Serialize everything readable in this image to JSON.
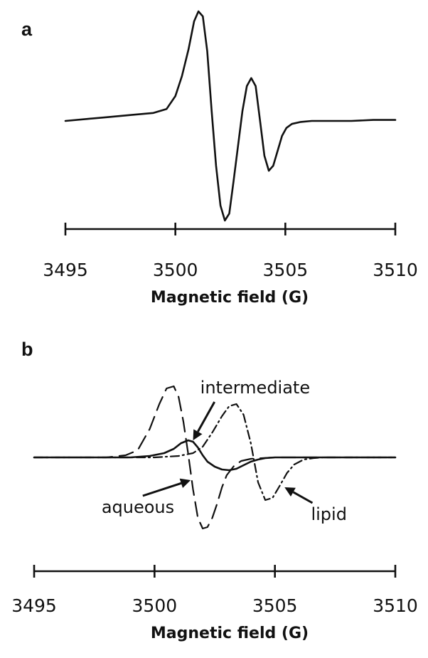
{
  "chart_data": [
    {
      "type": "line",
      "panel_label": "a",
      "xlabel": "Magnetic field (G)",
      "ylabel": "",
      "xlim": [
        3495,
        3510
      ],
      "xticks": [
        3495,
        3500,
        3505,
        3510
      ],
      "yaxis_shown": false,
      "ylim": [
        -1.0,
        1.15
      ],
      "grid": false,
      "series": [
        {
          "style": "solid",
          "color": "#111111",
          "x": [
            3495,
            3496,
            3497,
            3498,
            3499,
            3499.6,
            3500,
            3500.3,
            3500.6,
            3500.85,
            3501.05,
            3501.25,
            3501.45,
            3501.65,
            3501.85,
            3502.05,
            3502.25,
            3502.45,
            3502.65,
            3502.85,
            3503.05,
            3503.25,
            3503.45,
            3503.65,
            3503.85,
            3504.05,
            3504.25,
            3504.45,
            3504.65,
            3504.85,
            3505.05,
            3505.3,
            3505.7,
            3506.2,
            3507,
            3508,
            3509,
            3510
          ],
          "y": [
            0.0,
            0.02,
            0.04,
            0.06,
            0.08,
            0.12,
            0.25,
            0.45,
            0.72,
            1.0,
            1.1,
            1.05,
            0.7,
            0.1,
            -0.45,
            -0.85,
            -1.0,
            -0.93,
            -0.6,
            -0.25,
            0.1,
            0.35,
            0.43,
            0.35,
            0.0,
            -0.35,
            -0.5,
            -0.45,
            -0.3,
            -0.15,
            -0.07,
            -0.03,
            -0.01,
            0.0,
            0.0,
            0.0,
            0.01,
            0.01
          ]
        }
      ]
    },
    {
      "type": "line",
      "panel_label": "b",
      "xlabel": "Magnetic field (G)",
      "ylabel": "",
      "xlim": [
        3495,
        3510
      ],
      "xticks": [
        3495,
        3500,
        3505,
        3510
      ],
      "yaxis_shown": false,
      "ylim": [
        -1.0,
        1.15
      ],
      "grid": false,
      "series": [
        {
          "style": "dashed",
          "color": "#111111",
          "x": [
            3495,
            3497,
            3498,
            3498.8,
            3499.3,
            3499.8,
            3500.2,
            3500.5,
            3500.8,
            3501.0,
            3501.2,
            3501.4,
            3501.6,
            3501.8,
            3502.0,
            3502.2,
            3502.4,
            3502.6,
            3502.8,
            3503.0,
            3503.3,
            3503.6,
            3504,
            3504.5,
            3505,
            3506,
            3510
          ],
          "y": [
            0.0,
            0.0,
            0.0,
            0.03,
            0.1,
            0.4,
            0.75,
            0.97,
            1.0,
            0.85,
            0.5,
            0.05,
            -0.45,
            -0.85,
            -1.0,
            -0.98,
            -0.85,
            -0.65,
            -0.42,
            -0.25,
            -0.12,
            -0.05,
            -0.02,
            -0.01,
            0.0,
            0.0,
            0.0
          ]
        },
        {
          "style": "solid",
          "color": "#111111",
          "x": [
            3495,
            3499,
            3499.8,
            3500.4,
            3500.8,
            3501.1,
            3501.4,
            3501.6,
            3501.8,
            3502.0,
            3502.2,
            3502.5,
            3502.8,
            3503.1,
            3503.4,
            3503.7,
            3504.0,
            3504.3,
            3504.6,
            3505,
            3510
          ],
          "y": [
            0.0,
            0.0,
            0.02,
            0.06,
            0.12,
            0.2,
            0.24,
            0.22,
            0.14,
            0.03,
            -0.06,
            -0.13,
            -0.17,
            -0.18,
            -0.16,
            -0.11,
            -0.06,
            -0.03,
            -0.01,
            0.0,
            0.0
          ]
        },
        {
          "style": "dash-dot",
          "color": "#111111",
          "x": [
            3495,
            3500,
            3501,
            3501.6,
            3502.0,
            3502.4,
            3502.8,
            3503.1,
            3503.4,
            3503.7,
            3504.0,
            3504.3,
            3504.6,
            3504.9,
            3505.2,
            3505.5,
            3505.8,
            3506.2,
            3506.6,
            3507,
            3510
          ],
          "y": [
            0.0,
            0.0,
            0.02,
            0.06,
            0.15,
            0.35,
            0.58,
            0.72,
            0.75,
            0.6,
            0.2,
            -0.35,
            -0.6,
            -0.57,
            -0.4,
            -0.22,
            -0.1,
            -0.03,
            -0.01,
            0.0,
            0.0
          ]
        }
      ],
      "annotations": [
        {
          "text": "intermediate",
          "x": 3501.9,
          "y": 0.9,
          "arrow_to": [
            3501.6,
            0.24
          ]
        },
        {
          "text": "aqueous",
          "x": 3497.8,
          "y": -0.78,
          "arrow_to": [
            3501.5,
            -0.32
          ]
        },
        {
          "text": "lipid",
          "x": 3506.5,
          "y": -0.88,
          "arrow_to": [
            3505.4,
            -0.42
          ]
        }
      ]
    }
  ]
}
